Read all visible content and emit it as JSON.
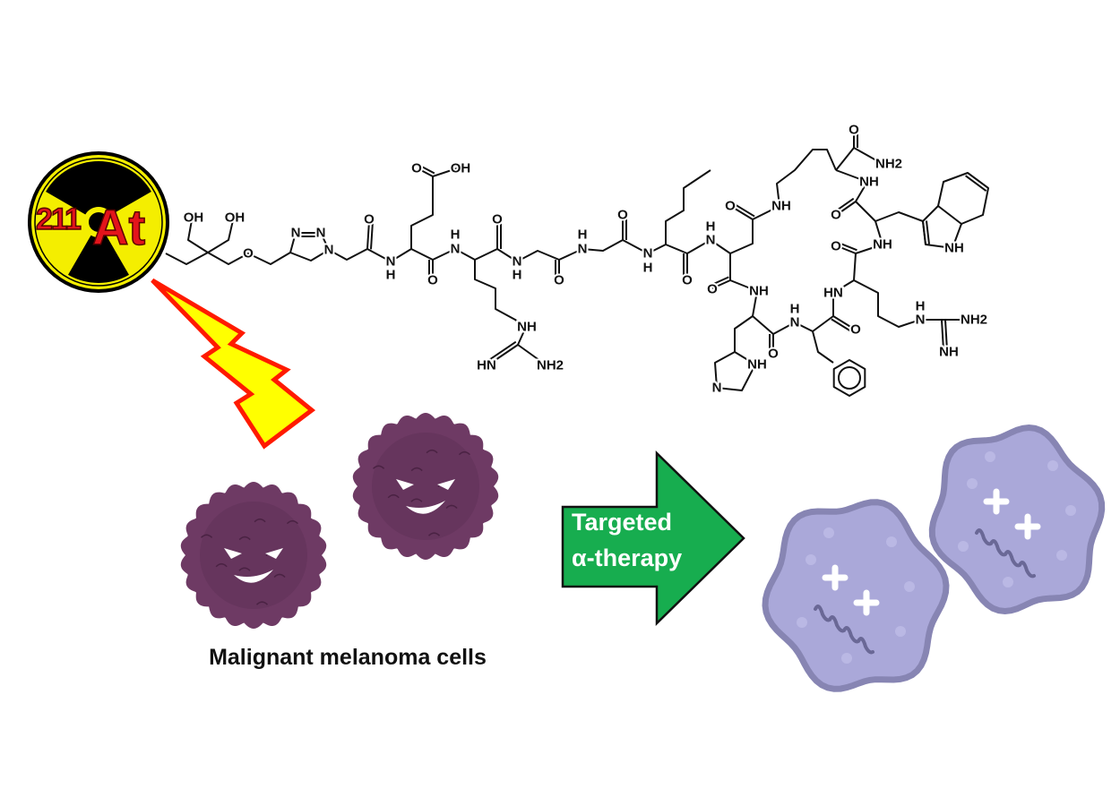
{
  "isotope": {
    "mass_number": "211",
    "symbol": "At"
  },
  "structure_labels": [
    "OH",
    "OH",
    "O",
    "N",
    "N",
    "N",
    "O",
    "N",
    "H",
    "O",
    "OH",
    "O",
    "N",
    "H",
    "O",
    "N",
    "H",
    "O",
    "N",
    "H",
    "NH",
    "HN",
    "NH2",
    "O",
    "N",
    "H",
    "O",
    "N",
    "H",
    "O",
    "NH",
    "O",
    "NH2",
    "NH",
    "O",
    "NH",
    "O",
    "O",
    "NH",
    "N",
    "H",
    "O",
    "HN",
    "O",
    "N",
    "H",
    "NH2",
    "NH",
    "NH",
    "N",
    "NH"
  ],
  "caption": "Malignant melanoma cells",
  "arrow": {
    "line1": "Targeted",
    "line2": "α-therapy"
  },
  "colors": {
    "radiation_yellow": "#f4ee00",
    "isotope_red": "#e3141b",
    "bolt_yellow": "#ffff00",
    "bolt_outline": "#ff1a00",
    "melanoma_purple": "#6e3a64",
    "arrow_green": "#17ad4f",
    "dead_cell_fill": "#aaa8d9",
    "dead_cell_outline": "#8785b3"
  }
}
